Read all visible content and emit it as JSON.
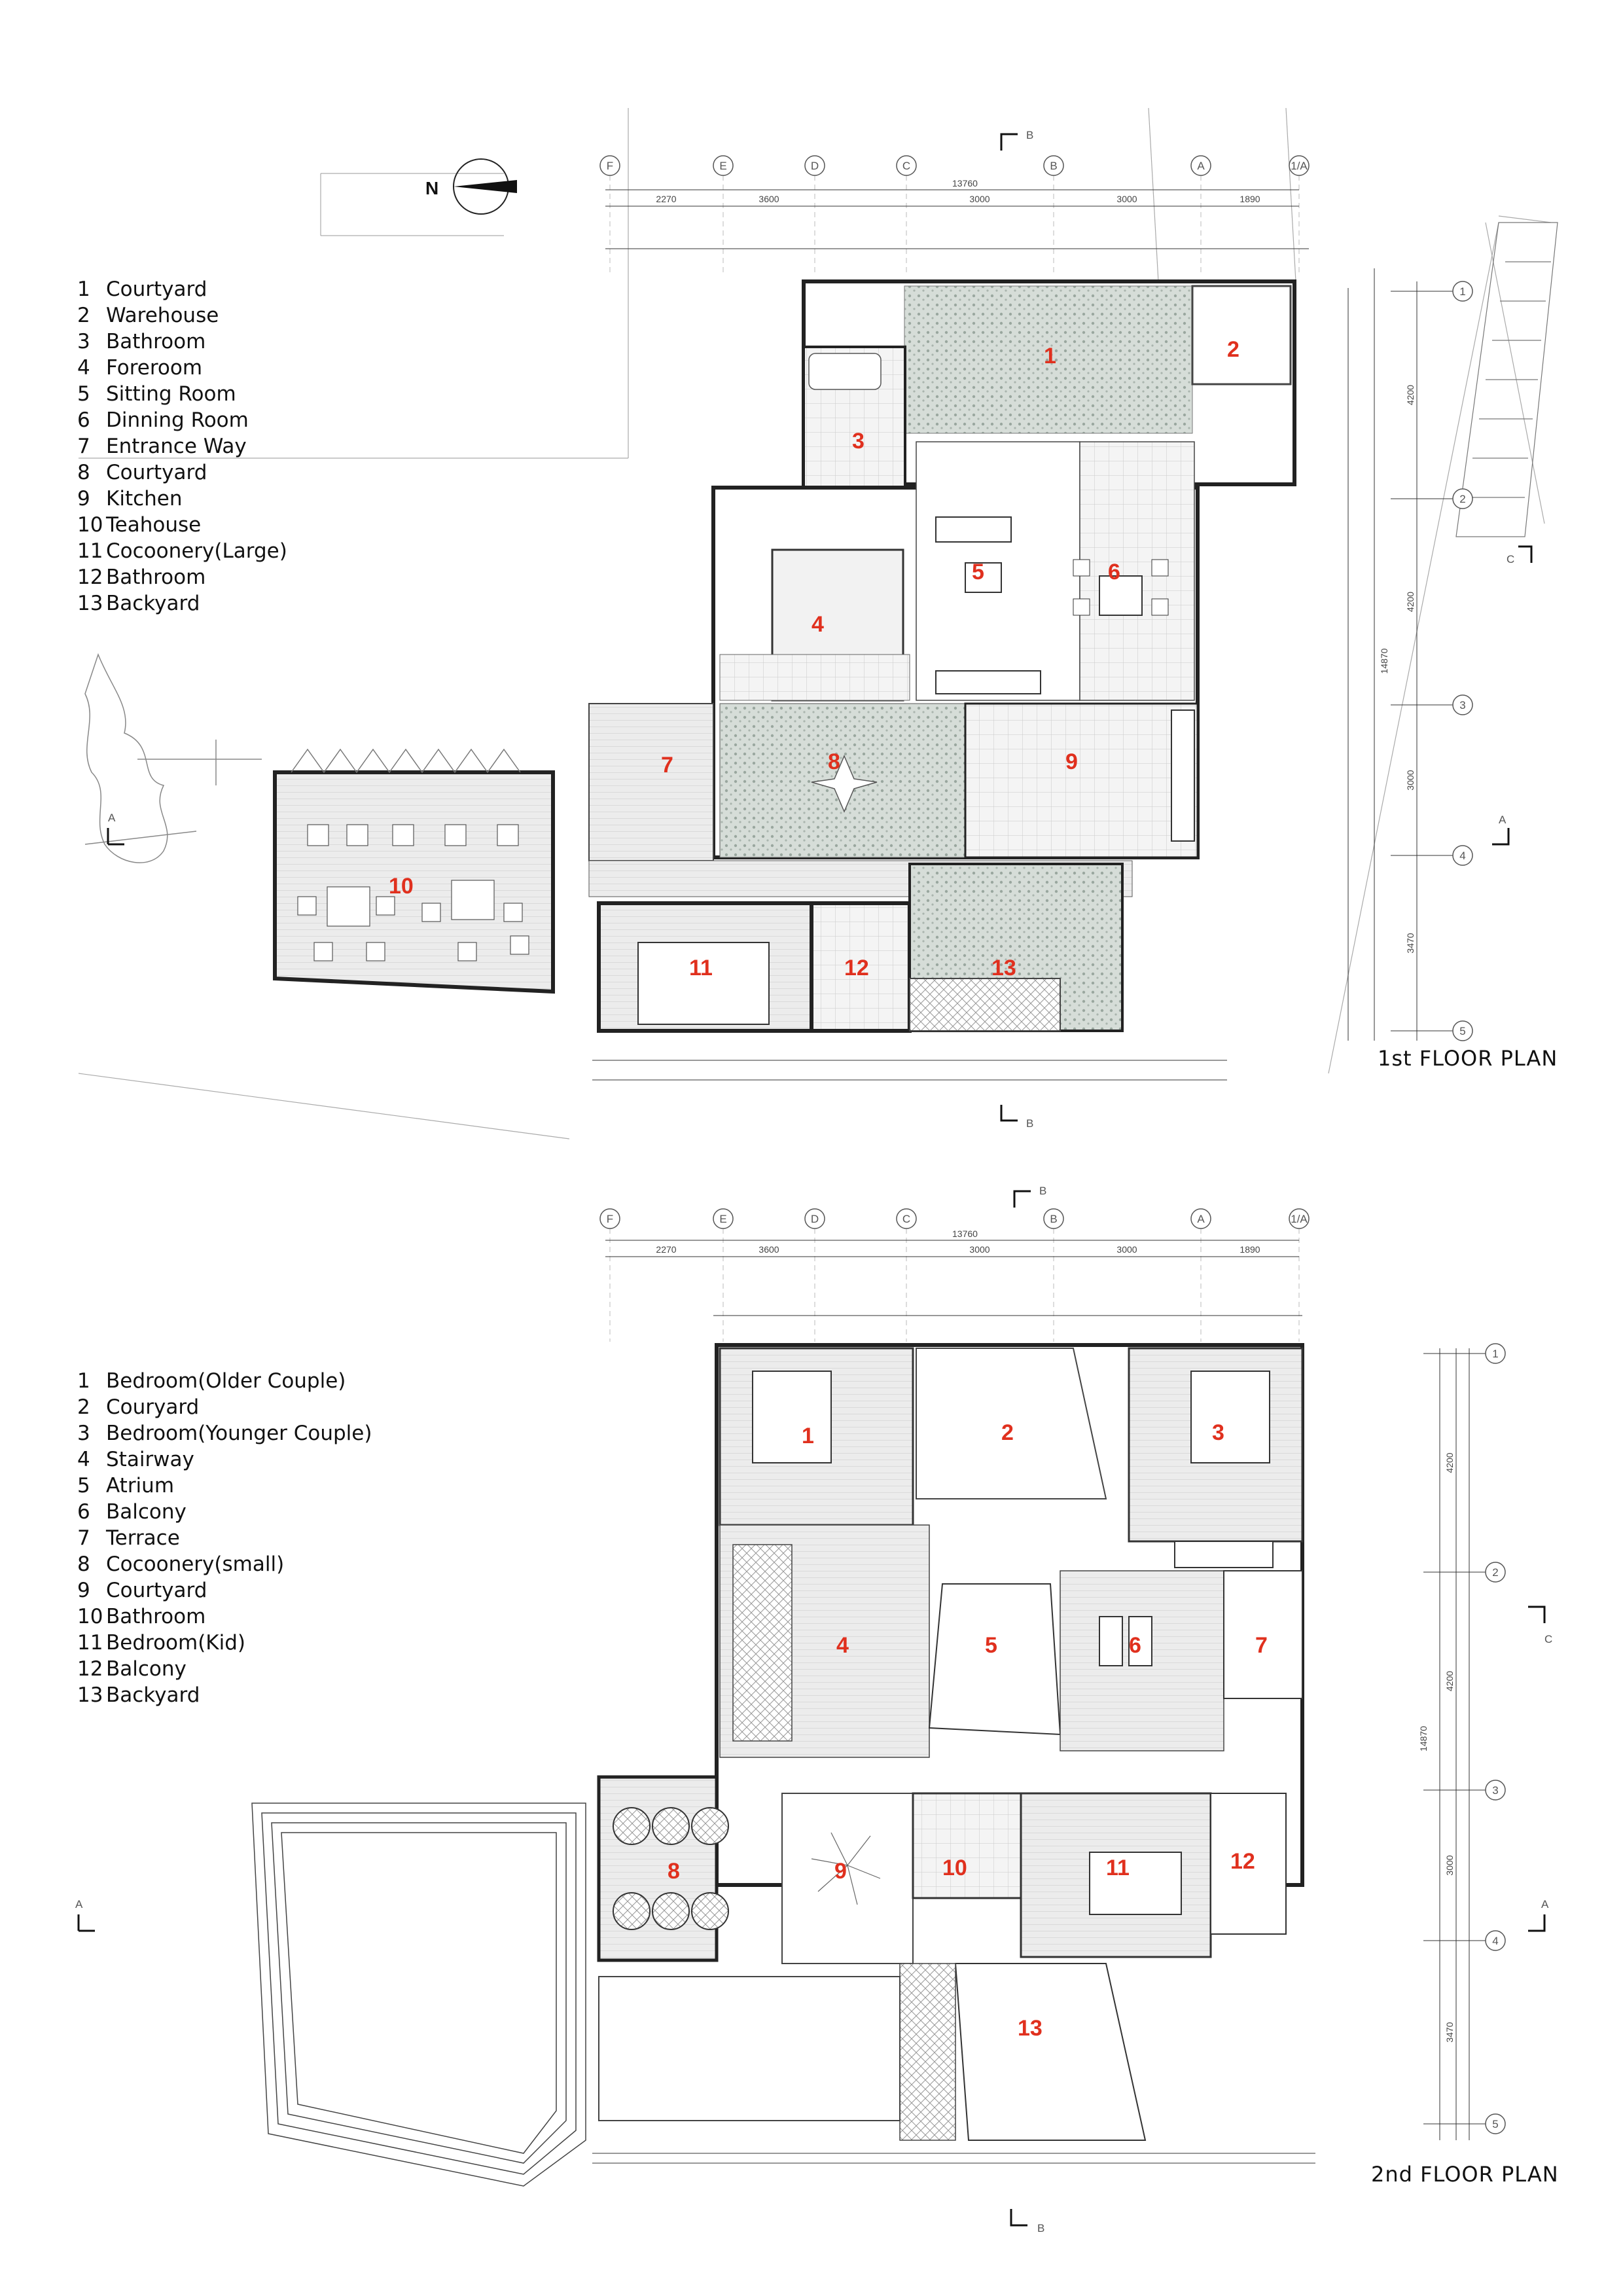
{
  "north_label": "N",
  "legend_1": [
    {
      "num": "1",
      "label": "Courtyard"
    },
    {
      "num": "2",
      "label": "Warehouse"
    },
    {
      "num": "3",
      "label": "Bathroom"
    },
    {
      "num": "4",
      "label": "Foreroom"
    },
    {
      "num": "5",
      "label": "Sitting Room"
    },
    {
      "num": "6",
      "label": "Dinning Room"
    },
    {
      "num": "7",
      "label": "Entrance Way"
    },
    {
      "num": "8",
      "label": "Courtyard"
    },
    {
      "num": "9",
      "label": "Kitchen"
    },
    {
      "num": "10",
      "label": "Teahouse"
    },
    {
      "num": "11",
      "label": "Cocoonery(Large)"
    },
    {
      "num": "12",
      "label": "Bathroom"
    },
    {
      "num": "13",
      "label": "Backyard"
    }
  ],
  "legend_2": [
    {
      "num": "1",
      "label": "Bedroom(Older Couple)"
    },
    {
      "num": "2",
      "label": "Couryard"
    },
    {
      "num": "3",
      "label": "Bedroom(Younger Couple)"
    },
    {
      "num": "4",
      "label": "Stairway"
    },
    {
      "num": "5",
      "label": "Atrium"
    },
    {
      "num": "6",
      "label": "Balcony"
    },
    {
      "num": "7",
      "label": "Terrace"
    },
    {
      "num": "8",
      "label": "Cocoonery(small)"
    },
    {
      "num": "9",
      "label": "Courtyard"
    },
    {
      "num": "10",
      "label": "Bathroom"
    },
    {
      "num": "11",
      "label": "Bedroom(Kid)"
    },
    {
      "num": "12",
      "label": "Balcony"
    },
    {
      "num": "13",
      "label": "Backyard"
    }
  ],
  "plan_1_title": "1st FLOOR PLAN",
  "plan_2_title": "2nd FLOOR PLAN",
  "grid_letters": [
    "F",
    "E",
    "D",
    "C",
    "B",
    "A",
    "1/A"
  ],
  "grid_numbers": [
    "1",
    "2",
    "3",
    "4",
    "5"
  ],
  "overall_width_dim": "13760",
  "bay_dims": [
    "2270",
    "3600",
    "3000",
    "3000",
    "1890"
  ],
  "section_marks": {
    "b": "B",
    "a": "A",
    "c": "C"
  },
  "side_dims": [
    "4200",
    "4200",
    "3000",
    "3470",
    "14870"
  ],
  "colors": {
    "room_number": "#e0301e",
    "paving": "#cfd8d3",
    "floor_tile": "#e2e2e2",
    "wall": "#222222"
  }
}
